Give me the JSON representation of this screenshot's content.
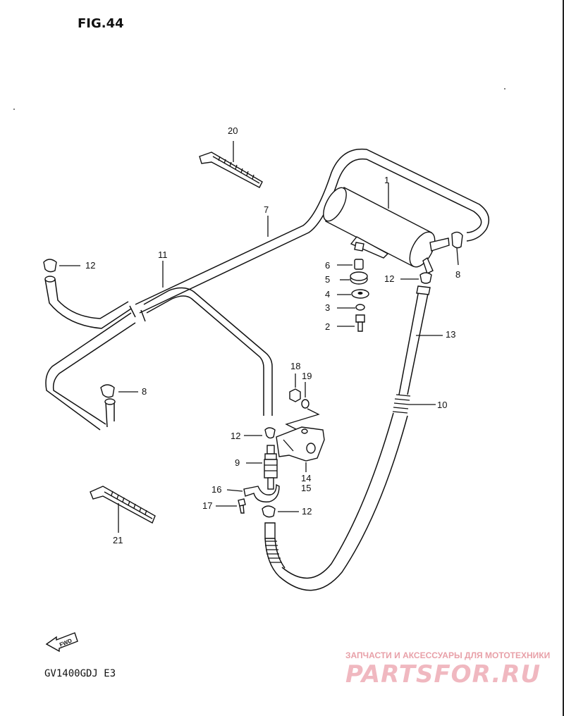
{
  "figure_title": "FIG.44",
  "model_code": "GV1400GDJ  E3",
  "fwd_label": "FWD",
  "watermark": {
    "tagline": "ЗАПЧАСТИ И АКСЕССУАРЫ ДЛЯ МОТОТЕХНИКИ",
    "brand": "PARTSFOR.RU"
  },
  "callouts": {
    "c1": "1",
    "c2": "2",
    "c3": "3",
    "c4": "4",
    "c5": "5",
    "c6": "6",
    "c7": "7",
    "c8a": "8",
    "c8b": "8",
    "c9": "9",
    "c10": "10",
    "c11": "11",
    "c12a": "12",
    "c12b": "12",
    "c12c": "12",
    "c12d": "12",
    "c13": "13",
    "c14": "14",
    "c15": "15",
    "c16": "16",
    "c17": "17",
    "c18": "18",
    "c19": "19",
    "c20": "20",
    "c21": "21"
  }
}
